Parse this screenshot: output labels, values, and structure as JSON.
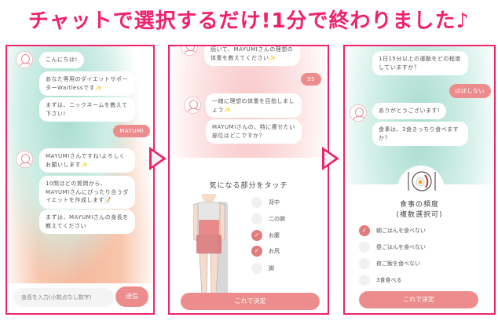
{
  "headline": "チャットで選択するだけ!1分で終わりました♪",
  "panel1": {
    "bot1": [
      "こんにちは!",
      "あなた専用のダイエットサポーターWaitlessです✨",
      "まずは、ニックネームを教えて下さい!"
    ],
    "user": "MAYUMI",
    "bot2": [
      "MAYUMIさんですね!よろしくお願いします✨",
      "10問ほどの質問から、MAYUMIさんにぴったり合うダイエットを作成します📝",
      "まずは、MAYUMIさんの身長を教えてください"
    ],
    "input_placeholder": "身長を入力(小数点なし数字)",
    "send": "送信"
  },
  "panel2": {
    "bot0": "続いて、MAYUMIさんの理想の体重を教えてください✨",
    "user": "55",
    "bot": [
      "一緒に理想の体重を目指しましょう✨",
      "MAYUMIさんの、特に痩せたい部位はどこですか？"
    ],
    "heading": "気になる部分をタッチ",
    "options": [
      {
        "label": "背中",
        "checked": false
      },
      {
        "label": "二の腕",
        "checked": false
      },
      {
        "label": "お腹",
        "checked": true
      },
      {
        "label": "お尻",
        "checked": true
      },
      {
        "label": "脚",
        "checked": false
      }
    ],
    "decide": "これで決定"
  },
  "panel3": {
    "bot0": "1日15分以上の運動をどの程度していますか？",
    "user": "ほぼしない",
    "bot": [
      "ありがとうございます!",
      "食事は、3食きっちり食べますか？"
    ],
    "heading": "食事の頻度",
    "subheading": "(複数選択可)",
    "options": [
      {
        "label": "朝ごはんを食べない",
        "checked": true
      },
      {
        "label": "昼ごはんを食べない",
        "checked": false
      },
      {
        "label": "夜ご飯を食べない",
        "checked": false
      },
      {
        "label": "3食食べる",
        "checked": false
      }
    ],
    "decide": "これで決定"
  },
  "colors": {
    "accent": "#f0226e",
    "button": "#ec8c8c"
  }
}
